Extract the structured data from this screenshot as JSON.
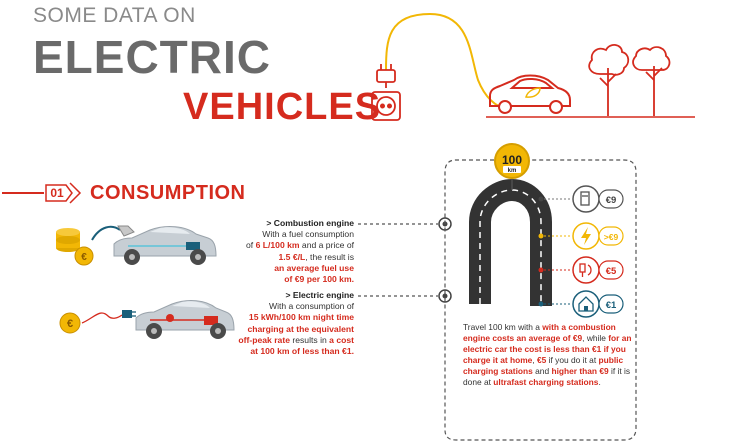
{
  "title": {
    "kicker": "SOME DATA ON",
    "line1": "ELECTRIC",
    "line2": "VEHICLES"
  },
  "section": {
    "number": "01",
    "title": "CONSUMPTION"
  },
  "combustion": {
    "heading": "Combustion engine",
    "l1": "With a fuel consumption",
    "l2a": "of ",
    "l2b": "6 L/100 km",
    "l2c": " and a price of",
    "l3a": "1.5 €/L",
    "l3b": ", the result is",
    "l4": "an average fuel use",
    "l5": "of €9 per 100 km."
  },
  "electric": {
    "heading": "Electric engine",
    "l1": "With a consumption of",
    "l2": "15 kWh/100 km night time",
    "l3": "charging at the equivalent",
    "l4a": "off-peak rate",
    "l4b": " results in ",
    "l4c": "a cost",
    "l5": "at 100 km of less than €1."
  },
  "road": {
    "distance": "100",
    "unit": "km"
  },
  "prices": [
    "€9",
    ">€9",
    "€5",
    "€1"
  ],
  "summary": {
    "s1": "Travel 100 km with a ",
    "s2": "with a combustion engine costs an average of €9",
    "s3": ", while ",
    "s4": "for an electric car the cost is less than €1 if you charge it at home",
    "s5": ", ",
    "s6": "€5",
    "s7": " if you do it at ",
    "s8": "public charging stations",
    "s9": " and ",
    "s10": "higher than €9",
    "s11": " if it is done at ",
    "s12": "ultrafast charging stations",
    "s13": "."
  },
  "colors": {
    "red": "#d52b1e",
    "grey": "#6a6a6a",
    "gold": "#f2b705",
    "road": "#333333",
    "blue": "#1a5f7a"
  }
}
